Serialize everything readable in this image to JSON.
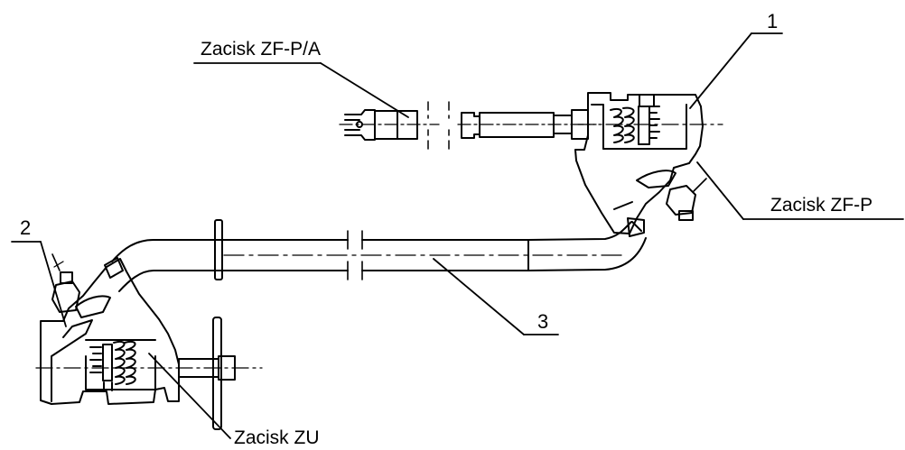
{
  "labels": {
    "callout_1": "1",
    "callout_2": "2",
    "callout_3": "3",
    "clamp_zfpa": "Zacisk ZF-P/A",
    "clamp_zfp": "Zacisk ZF-P",
    "clamp_zu": "Zacisk ZU"
  },
  "colors": {
    "ink": "#000000",
    "paper": "#ffffff"
  }
}
